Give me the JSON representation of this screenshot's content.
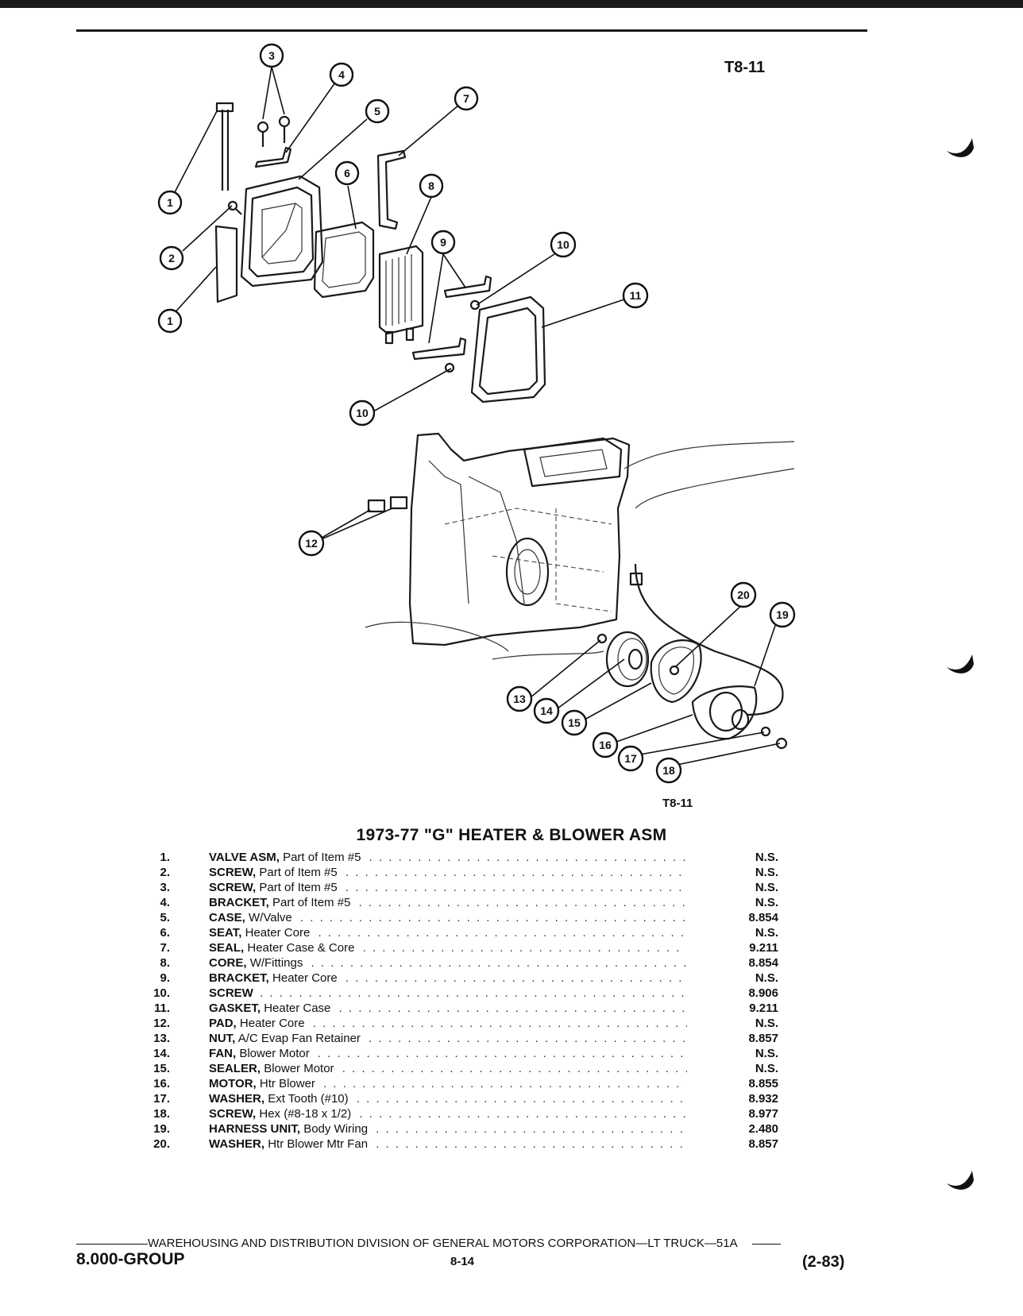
{
  "figure": {
    "code_top": "T8-11",
    "code_bottom": "T8-11"
  },
  "callouts": [
    {
      "id": "c1a",
      "label": "1"
    },
    {
      "id": "c1b",
      "label": "1"
    },
    {
      "id": "c2",
      "label": "2"
    },
    {
      "id": "c3",
      "label": "3"
    },
    {
      "id": "c4",
      "label": "4"
    },
    {
      "id": "c5",
      "label": "5"
    },
    {
      "id": "c6",
      "label": "6"
    },
    {
      "id": "c7",
      "label": "7"
    },
    {
      "id": "c8",
      "label": "8"
    },
    {
      "id": "c9",
      "label": "9"
    },
    {
      "id": "c10a",
      "label": "10"
    },
    {
      "id": "c10b",
      "label": "10"
    },
    {
      "id": "c11",
      "label": "11"
    },
    {
      "id": "c12",
      "label": "12"
    },
    {
      "id": "c13",
      "label": "13"
    },
    {
      "id": "c14",
      "label": "14"
    },
    {
      "id": "c15",
      "label": "15"
    },
    {
      "id": "c16",
      "label": "16"
    },
    {
      "id": "c17",
      "label": "17"
    },
    {
      "id": "c18",
      "label": "18"
    },
    {
      "id": "c19",
      "label": "19"
    },
    {
      "id": "c20",
      "label": "20"
    }
  ],
  "title": "1973-77 \"G\" HEATER & BLOWER ASM",
  "parts": [
    {
      "num": "1.",
      "name": "VALVE ASM,",
      "desc": "Part of Item #5",
      "ref": "N.S."
    },
    {
      "num": "2.",
      "name": "SCREW,",
      "desc": "Part of Item #5",
      "ref": "N.S."
    },
    {
      "num": "3.",
      "name": "SCREW,",
      "desc": "Part of Item #5",
      "ref": "N.S."
    },
    {
      "num": "4.",
      "name": "BRACKET,",
      "desc": "Part of Item #5",
      "ref": "N.S."
    },
    {
      "num": "5.",
      "name": "CASE,",
      "desc": "W/Valve",
      "ref": "8.854"
    },
    {
      "num": "6.",
      "name": "SEAT,",
      "desc": "Heater Core",
      "ref": "N.S."
    },
    {
      "num": "7.",
      "name": "SEAL,",
      "desc": "Heater Case & Core",
      "ref": "9.211"
    },
    {
      "num": "8.",
      "name": "CORE,",
      "desc": "W/Fittings",
      "ref": "8.854"
    },
    {
      "num": "9.",
      "name": "BRACKET,",
      "desc": "Heater Core",
      "ref": "N.S."
    },
    {
      "num": "10.",
      "name": "SCREW",
      "desc": "",
      "ref": "8.906"
    },
    {
      "num": "11.",
      "name": "GASKET,",
      "desc": "Heater Case",
      "ref": "9.211"
    },
    {
      "num": "12.",
      "name": "PAD,",
      "desc": "Heater Core",
      "ref": "N.S."
    },
    {
      "num": "13.",
      "name": "NUT,",
      "desc": "A/C Evap Fan Retainer",
      "ref": "8.857"
    },
    {
      "num": "14.",
      "name": "FAN,",
      "desc": "Blower Motor",
      "ref": "N.S."
    },
    {
      "num": "15.",
      "name": "SEALER,",
      "desc": "Blower Motor",
      "ref": "N.S."
    },
    {
      "num": "16.",
      "name": "MOTOR,",
      "desc": "Htr Blower",
      "ref": "8.855"
    },
    {
      "num": "17.",
      "name": "WASHER,",
      "desc": "Ext Tooth (#10)",
      "ref": "8.932"
    },
    {
      "num": "18.",
      "name": "SCREW,",
      "desc": "Hex (#8-18 x 1/2)",
      "ref": "8.977"
    },
    {
      "num": "19.",
      "name": "HARNESS UNIT,",
      "desc": "Body Wiring",
      "ref": "2.480"
    },
    {
      "num": "20.",
      "name": "WASHER,",
      "desc": "Htr Blower Mtr Fan",
      "ref": "8.857"
    }
  ],
  "footer": {
    "line": "WAREHOUSING AND DISTRIBUTION DIVISION OF GENERAL MOTORS CORPORATION—LT TRUCK—51A",
    "group": "8.000-GROUP",
    "page": "8-14",
    "revision": "(2-83)"
  }
}
